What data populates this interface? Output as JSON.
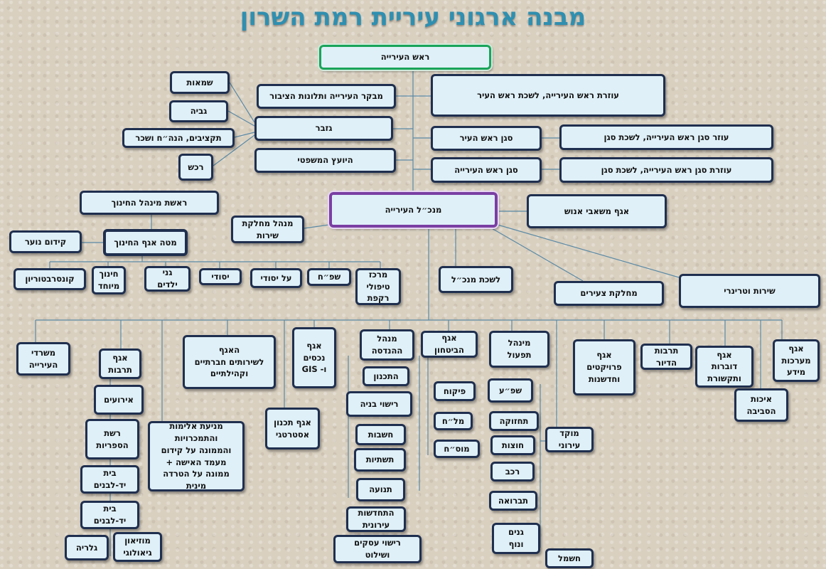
{
  "title": "מבנה ארגוני עיריית רמת השרון",
  "colors": {
    "title": "#2f8fb0",
    "box_border": "#1f2f4f",
    "box_fill": "#dff0f8",
    "mayor_border": "#19a45a",
    "ceo_border": "#7a3fa3",
    "line": "#5b8aa6"
  },
  "nodes": {
    "mayor": "ראש העירייה",
    "mayor_assistant": "עוזרת ראש העירייה, לשכת ראש העיר",
    "comptroller": "מבקר העירייה ותלונות הציבור",
    "treasurer": "גזבר",
    "legal_adviser": "היועץ המשפטי",
    "appraisals": "שמאות",
    "collection": "גביה",
    "budgets": "תקציבים, הנה״ח ושכר",
    "procurement": "רכש",
    "deputy_mayor_1": "סגן ראש העיר",
    "deputy_assistant_1": "עוזר סגן ראש העירייה, לשכת סגן",
    "deputy_mayor_2": "סגן ראש העירייה",
    "deputy_assistant_2": "עוזרת סגן ראש העירייה, לשכת סגן",
    "ceo": "מנכ״ל העירייה",
    "hr": "אגף משאבי אנוש",
    "education_head": "ראשת מינהל החינוך",
    "service_manager": "מנהל מחלקת\nשירות",
    "education_staff": "מטה אגף החינוך",
    "youth": "קידום נוער",
    "conservatory": "קונסרבטוריון",
    "special_ed": "חינוך\nמיוחד",
    "kindergartens": "גני\nילדים",
    "elementary": "יסודי",
    "secondary": "על יסודי",
    "psych": "שפ״ח",
    "therapy_center": "מרכז\nטיפולי\nרקפת",
    "ceo_office": "לשכת מנכ״ל",
    "youth_dept": "מחלקת צעירים",
    "vet": "שירות וטרינרי",
    "city_offices": "משרדי\nהעירייה",
    "culture": "אגף\nתרבות",
    "social": "האגף\nלשירותים חברתיים\nוקהילתיים",
    "assets": "אגף\nנכסים\nו- GIS",
    "engineering": "מנהל\nההנדסה",
    "security": "אגף\nהביטחון",
    "operations": "מינהל\nתפעול",
    "projects": "אגף\nפרויקטים\nוחדשנות",
    "housing_culture": "תרבות\nהדיור",
    "spokes": "אגף\nדוברות\nותקשורת",
    "it": "אגף\nמערכות\nמידע",
    "events": "אירועים",
    "libraries": "רשת\nהספריות",
    "beit1": "בית\nיד-לבנים",
    "beit2": "בית\nיד-לבנים",
    "gallery": "גלריה",
    "museum": "מוזיאון\nגיאולוגי",
    "prevention": "מניעת אלימות\nוהתמכרויות\nוהממונה על קידום\nמעמד האישה +\nממונה על הטרדה\nמינית",
    "strategic": "אגף תכנון\nאסטרטגי",
    "planning": "התכנון",
    "permits": "רישוי בניה",
    "accounts": "חשבות",
    "infrastructure": "תשתיות",
    "traffic": "תנועה",
    "renewal": "התחדשות\nעירונית",
    "business_licensing": "רישוי עסקים\nושילוט",
    "supervision": "פיקוח",
    "malach": "מל״ח",
    "mosach": "מוס״ח",
    "shapa": "שפ״ע",
    "maintenance": "תחזוקה",
    "yards": "חוצות",
    "vehicles": "רכב",
    "lighting": "תברואה",
    "gardens": "גנים\nונוף",
    "electricity": "חשמל",
    "call_center": "מוקד\nעירוני",
    "environment": "איכות\nהסביבה"
  }
}
